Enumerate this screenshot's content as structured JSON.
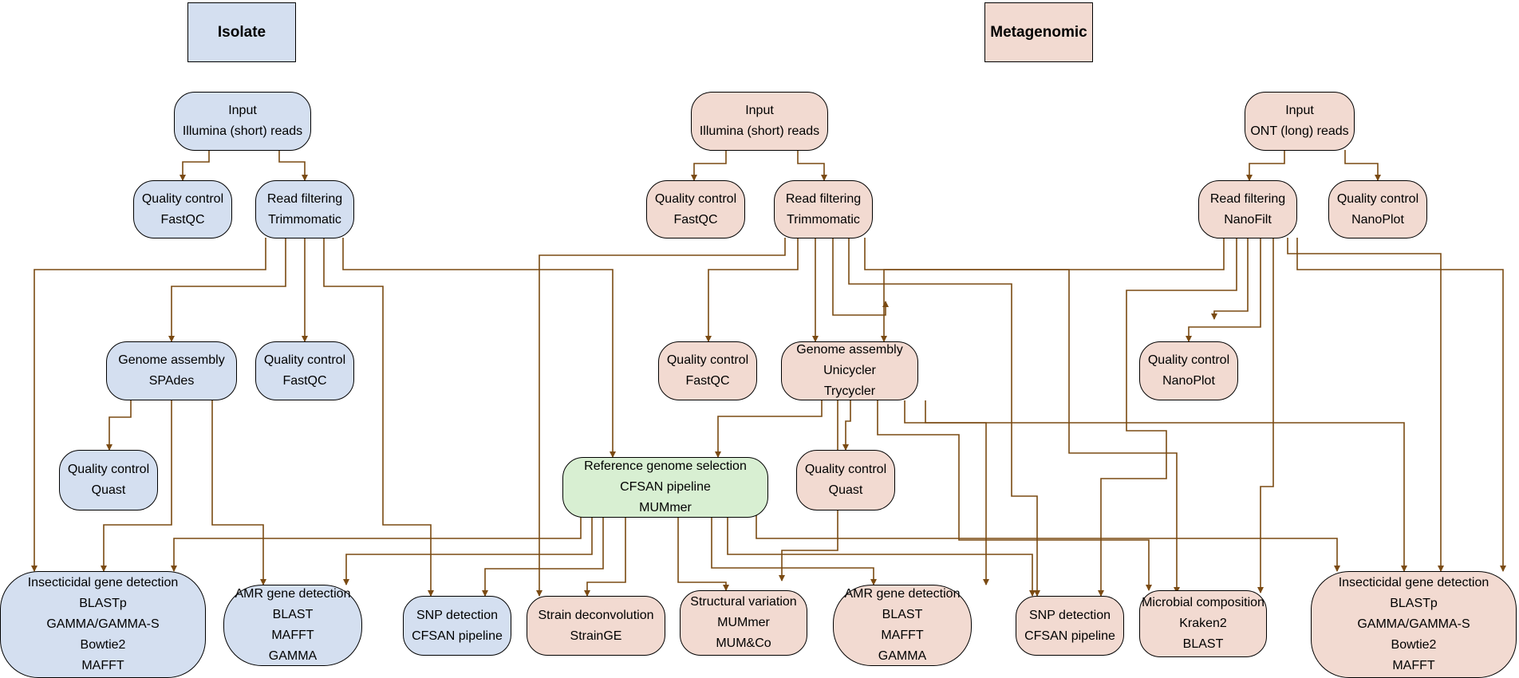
{
  "headers": {
    "isolate": "Isolate",
    "metagenomic": "Metagenomic"
  },
  "nodes": {
    "iso_input": [
      "Input",
      "Illumina (short) reads"
    ],
    "iso_qc1": [
      "Quality control",
      "FastQC"
    ],
    "iso_filter": [
      "Read filtering",
      "Trimmomatic"
    ],
    "iso_assembly": [
      "Genome assembly",
      "SPAdes"
    ],
    "iso_qc2": [
      "Quality control",
      "FastQC"
    ],
    "iso_quast": [
      "Quality control",
      "Quast"
    ],
    "iso_insect": [
      "Insecticidal gene detection",
      "BLASTp",
      "GAMMA/GAMMA-S",
      "Bowtie2",
      "MAFFT"
    ],
    "iso_amr": [
      "AMR gene detection",
      "BLAST",
      "MAFFT",
      "GAMMA"
    ],
    "iso_snp": [
      "SNP detection",
      "CFSAN pipeline"
    ],
    "ref": [
      "Reference genome selection",
      "CFSAN pipeline",
      "MUMmer"
    ],
    "meta_input_s": [
      "Input",
      "Illumina (short) reads"
    ],
    "meta_qc1_s": [
      "Quality control",
      "FastQC"
    ],
    "meta_filter_s": [
      "Read filtering",
      "Trimmomatic"
    ],
    "meta_qc2_s": [
      "Quality control",
      "FastQC"
    ],
    "meta_assembly": [
      "Genome assembly",
      "Unicycler",
      "Trycycler"
    ],
    "meta_quast": [
      "Quality control",
      "Quast"
    ],
    "meta_input_l": [
      "Input",
      "ONT (long) reads"
    ],
    "meta_filter_l": [
      "Read filtering",
      "NanoFilt"
    ],
    "meta_qc1_l": [
      "Quality control",
      "NanoPlot"
    ],
    "meta_qc2_l": [
      "Quality control",
      "NanoPlot"
    ],
    "meta_strain": [
      "Strain deconvolution",
      "StrainGE"
    ],
    "meta_sv": [
      "Structural variation",
      "MUMmer",
      "MUM&Co"
    ],
    "meta_amr": [
      "AMR gene detection",
      "BLAST",
      "MAFFT",
      "GAMMA"
    ],
    "meta_snp": [
      "SNP detection",
      "CFSAN pipeline"
    ],
    "meta_micro": [
      "Microbial composition",
      "Kraken2",
      "BLAST"
    ],
    "meta_insect": [
      "Insecticidal gene detection",
      "BLASTp",
      "GAMMA/GAMMA-S",
      "Bowtie2",
      "MAFFT"
    ]
  },
  "colors": {
    "isolate_fill": "#d4dff0",
    "metagenomic_fill": "#f2dad1",
    "reference_fill": "#d8efd2",
    "edge": "#7a4a12"
  }
}
